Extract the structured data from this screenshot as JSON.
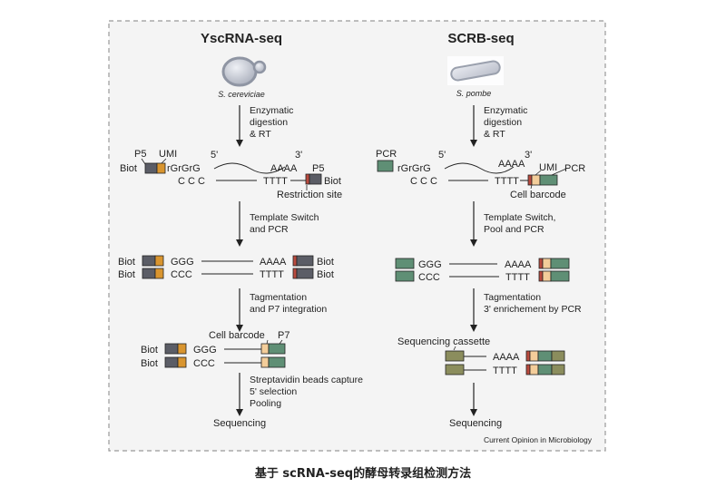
{
  "figure": {
    "credit": "Current Opinion in Microbiology",
    "left": {
      "title": "YscRNA-seq",
      "organism": "S. cereviciae",
      "step1": [
        "Enzymatic",
        "digestion",
        "& RT"
      ],
      "labels": {
        "p5_top": "P5",
        "umi": "UMI",
        "five_prime": "5'",
        "three_prime": "3'",
        "biot": "Biot",
        "rgrgrg": "rGrGrG",
        "aaaa": "AAAA",
        "ccc": "C C C",
        "tttt": "TTTT",
        "p5_right": "P5",
        "restriction": "Restriction site"
      },
      "step2": [
        "Template Switch",
        "and PCR"
      ],
      "pcr_rows": {
        "biot": "Biot",
        "ggg": "GGG",
        "ccc": "CCC",
        "aaaa": "AAAA",
        "tttt": "TTTT"
      },
      "step3": [
        "Tagmentation",
        "and P7 integration"
      ],
      "tag_labels": {
        "cell_barcode": "Cell barcode",
        "p7": "P7",
        "biot": "Biot",
        "ggg": "GGG",
        "ccc": "CCC"
      },
      "step4": [
        "Streptavidin beads capture",
        "5' selection",
        "Pooling"
      ],
      "final": "Sequencing"
    },
    "right": {
      "title": "SCRB-seq",
      "organism": "S. pombe",
      "step1": [
        "Enzymatic",
        "digestion",
        "& RT"
      ],
      "labels": {
        "pcr_top": "PCR",
        "five_prime": "5'",
        "three_prime": "3'",
        "rgrgrg": "rGrGrG",
        "aaaa": "AAAA",
        "ccc": "C C C",
        "tttt": "TTTT",
        "umi": "UMI",
        "pcr_right": "PCR",
        "cell_barcode": "Cell barcode"
      },
      "step2": [
        "Template Switch,",
        "Pool and PCR"
      ],
      "pcr_rows": {
        "ggg": "GGG",
        "ccc": "CCC",
        "aaaa": "AAAA",
        "tttt": "TTTT"
      },
      "step3": [
        "Tagmentation",
        "3' enrichement by PCR"
      ],
      "cassette": {
        "label": "Sequencing cassette",
        "aaaa": "AAAA",
        "tttt": "TTTT"
      },
      "final": "Sequencing"
    }
  },
  "caption": "基于 scRNA-seq的酵母转录组检测方法",
  "colors": {
    "frame": "#999999",
    "panel_bg": "#f4f4f4",
    "line": "#222222",
    "dark_gray": "#5b5d66",
    "orange": "#d9952f",
    "peach": "#f3cd9a",
    "green": "#5f8f75",
    "olive": "#8b8d5d",
    "red": "#b94a3e"
  }
}
